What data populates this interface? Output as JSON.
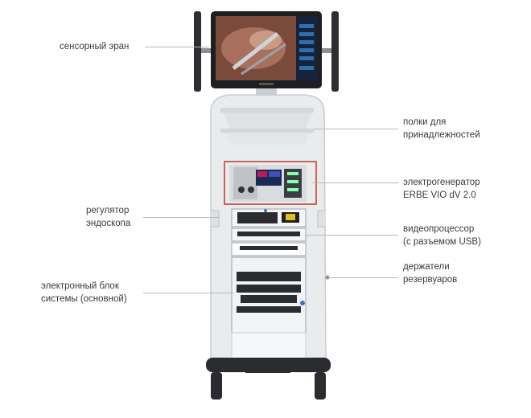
{
  "callouts": {
    "touch_screen": "сенсорный эран",
    "shelves": "полки для\nпринадлежностей",
    "electrogenerator": "электрогенератор\nERBE VIO dV 2.0",
    "endoscope_regulator": "регулятор\nэндоскопа",
    "video_processor": "видеопроцессор\n(с разъемом USB)",
    "reservoir_holders": "держатели\nрезервуаров",
    "electronic_unit": "электронный блок\nсистемы (основной)"
  },
  "colors": {
    "cart_body": "#e9ebed",
    "cart_shadow": "#c9cdd1",
    "dark": "#2a2c30",
    "highlight_box": "#c0392b",
    "leader_line": "#b9b9b9"
  }
}
